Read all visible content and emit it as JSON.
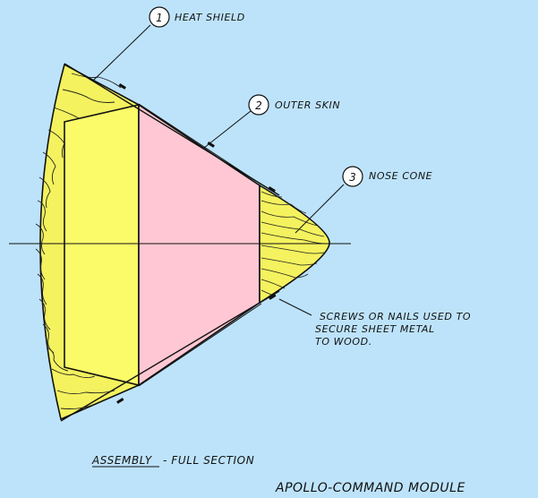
{
  "callouts": [
    {
      "number": "1",
      "label": "HEAT SHIELD"
    },
    {
      "number": "2",
      "label": "OUTER SKIN"
    },
    {
      "number": "3",
      "label": "NOSE CONE"
    }
  ],
  "note": {
    "line1": "SCREWS OR NAILS USED TO",
    "line2": "SECURE SHEET METAL",
    "line3": "TO WOOD."
  },
  "caption": {
    "assembly": "ASSEMBLY",
    "section": "- FULL SECTION"
  },
  "drawing_title": "APOLLO-COMMAND MODULE",
  "colors": {
    "background": "#bde3fb",
    "wood": "#f4f25e",
    "frustum_front": "#fbfb6a",
    "frustum_body": "#ffc7d3"
  }
}
